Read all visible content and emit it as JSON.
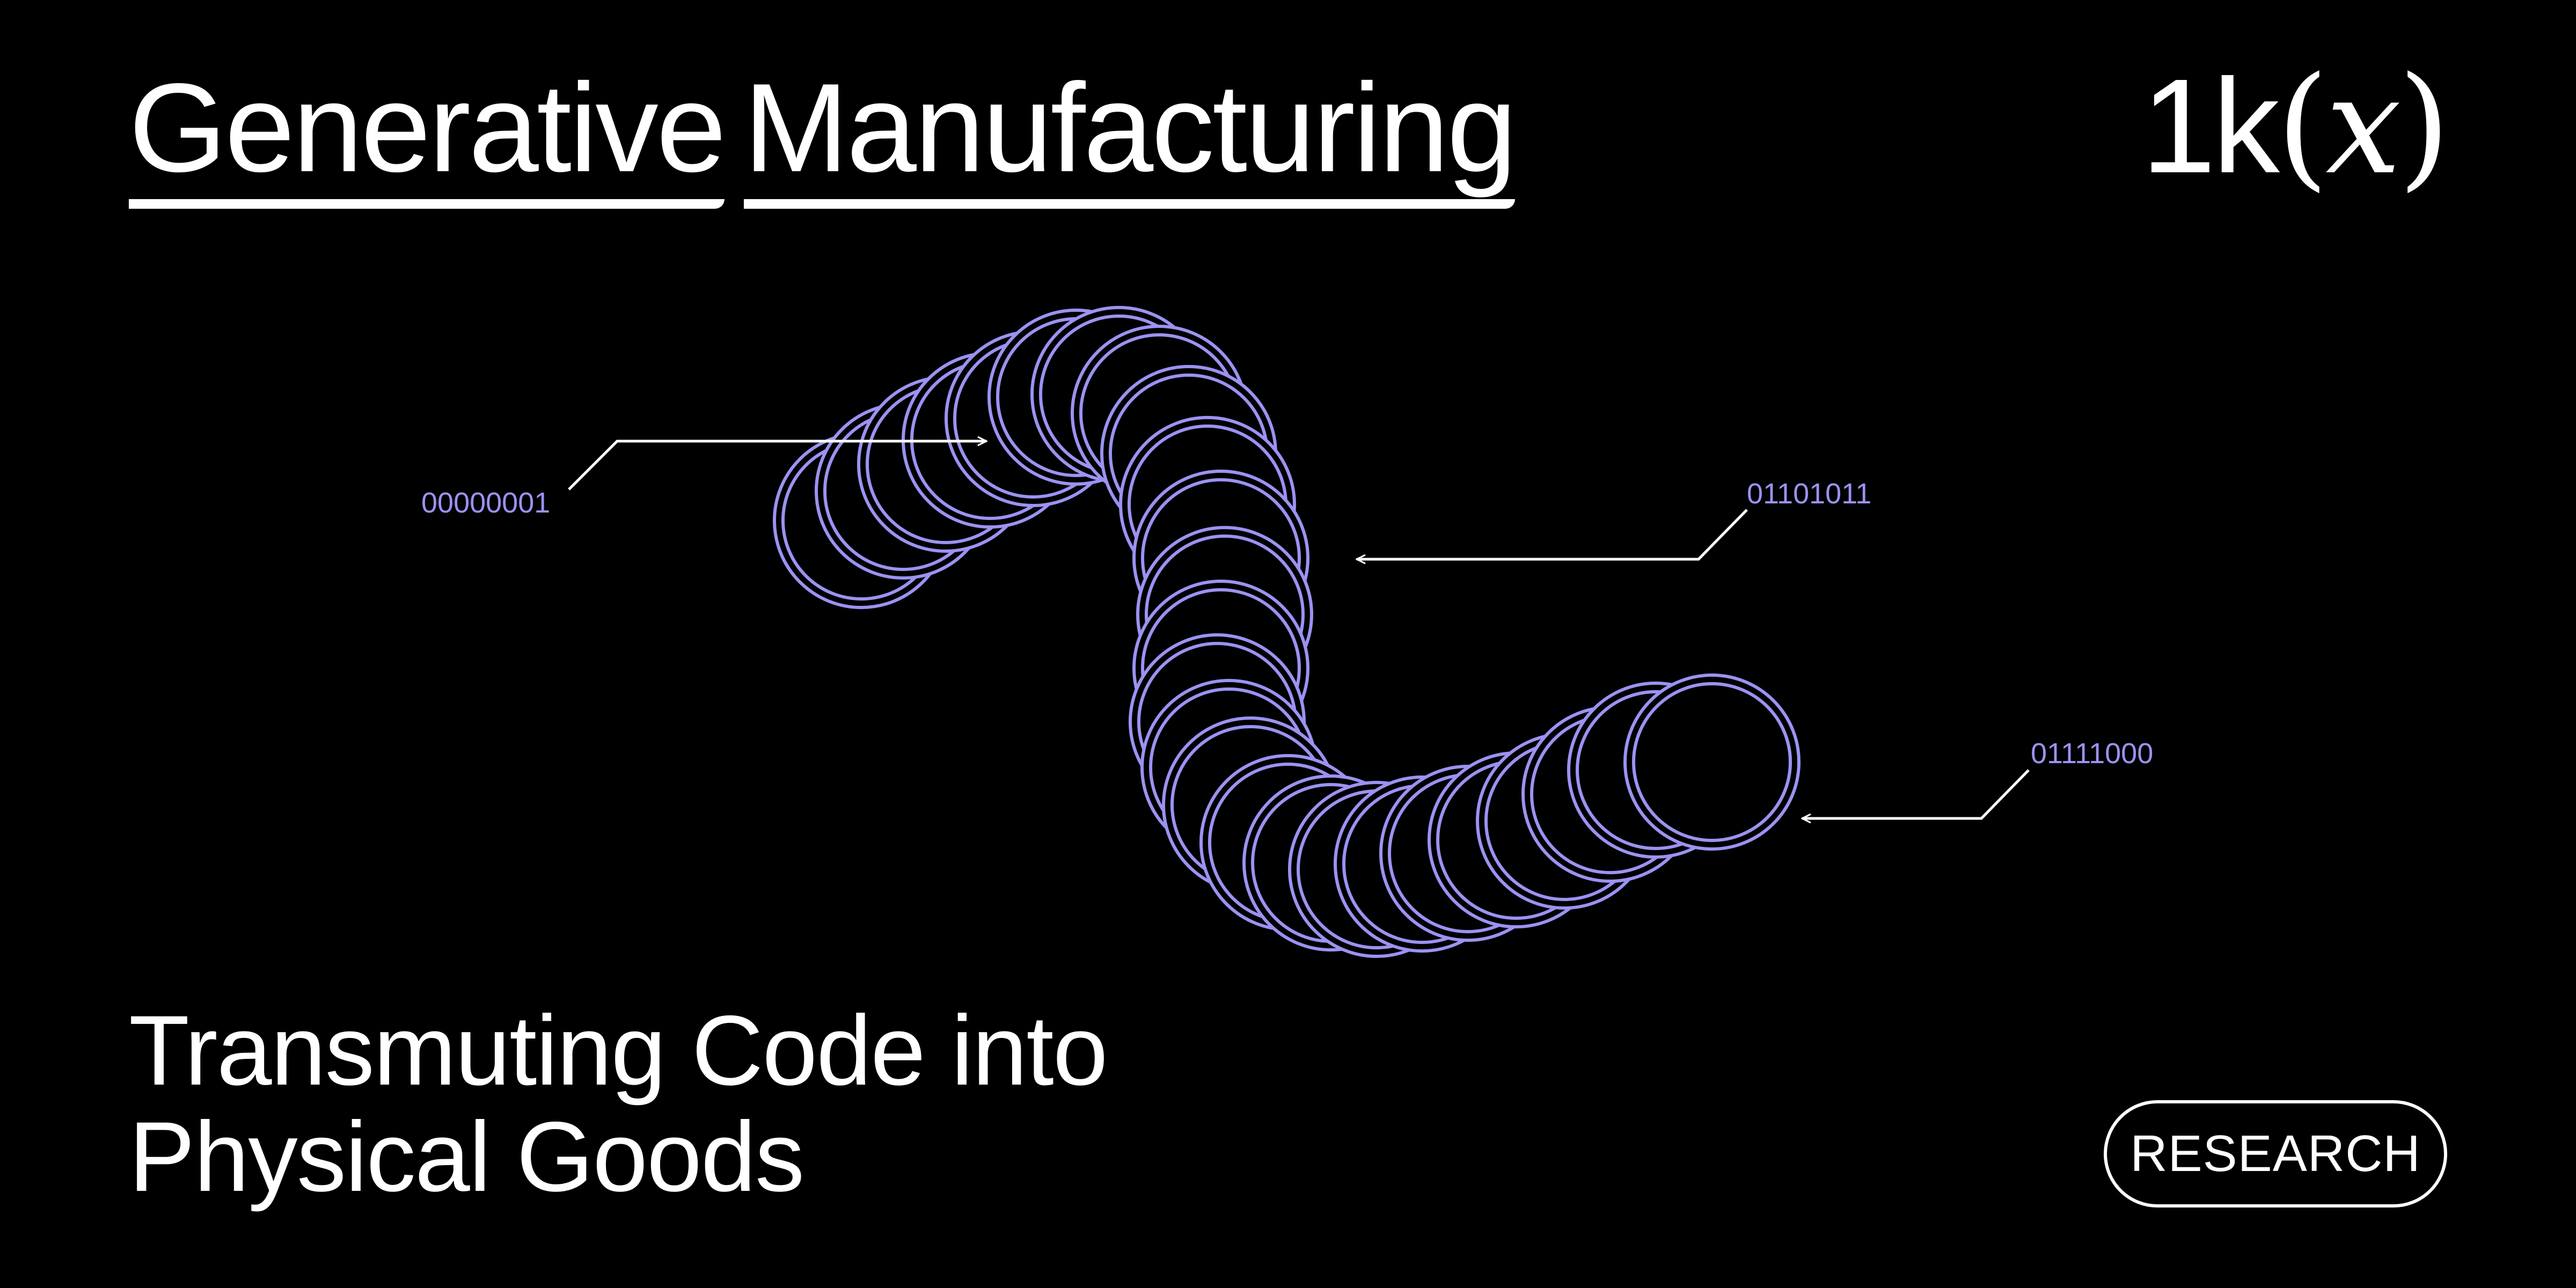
{
  "title": {
    "word1": "Generative",
    "word2": "Manufacturing"
  },
  "brand": {
    "prefix": "1k",
    "open_paren": "(",
    "variable": "x",
    "close_paren": ")"
  },
  "subtitle": {
    "line1": "Transmuting Code into",
    "line2": "Physical Goods"
  },
  "badge": {
    "label": "RESEARCH"
  },
  "annotations": {
    "label_1": "00000001",
    "label_2": "01101011",
    "label_3": "01111000"
  },
  "colors": {
    "background": "#000000",
    "text": "#ffffff",
    "accent": "#9a93f2"
  }
}
